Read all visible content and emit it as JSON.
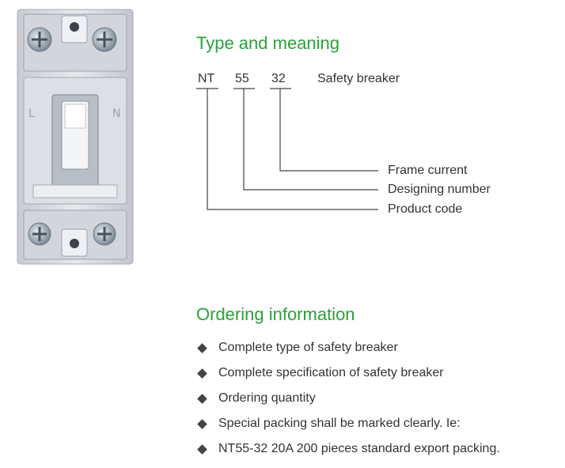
{
  "type_meaning": {
    "title": "Type and meaning",
    "code_parts": [
      "NT",
      "55",
      "32"
    ],
    "product_name": "Safety breaker",
    "labels": [
      "Frame current",
      "Designing number",
      "Product code"
    ]
  },
  "ordering": {
    "title": "Ordering information",
    "items": [
      "Complete type of safety breaker",
      "Complete specification of safety breaker",
      "Ordering quantity",
      "Special packing shall be marked clearly. Ie:",
      "NT55-32 20A 200 pieces standard export packing."
    ]
  },
  "product_image": {
    "description_icon": "circuit-breaker-icon",
    "colors": {
      "body": "#d9dbe0",
      "terminal": "#b9c2cc",
      "toggle": "#f1f3f6"
    }
  }
}
